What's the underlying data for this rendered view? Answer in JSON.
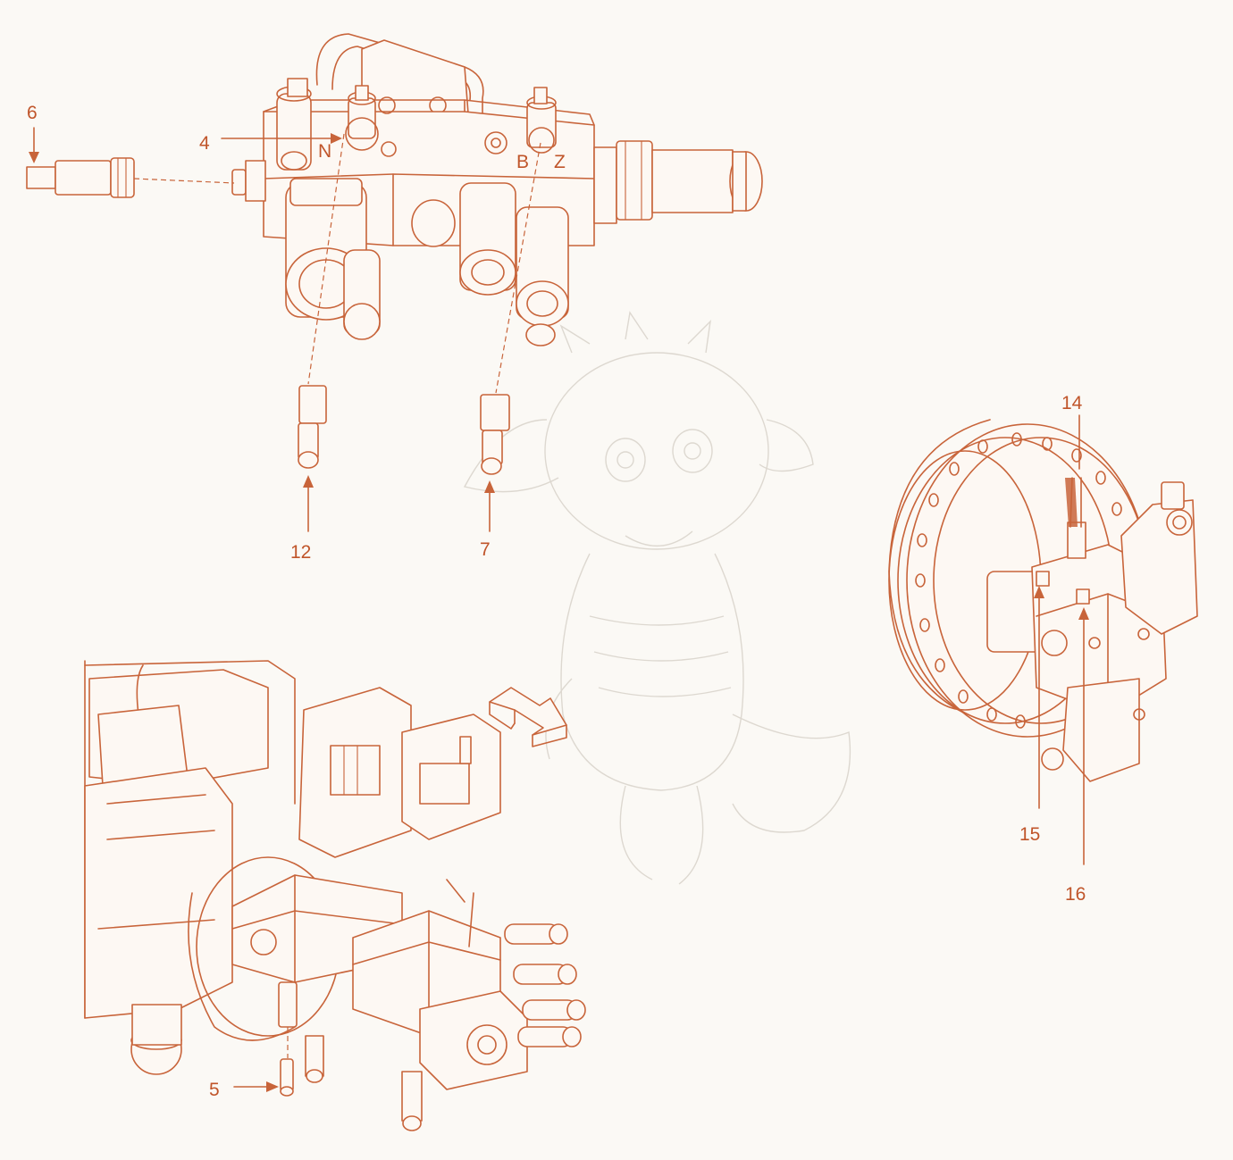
{
  "colors": {
    "line": "#c8643a",
    "label": "#c0552a",
    "background": "#fbf9f5",
    "watermark": "#ddd8d0"
  },
  "callouts": {
    "c6": "6",
    "c4": "4",
    "c12": "12",
    "c7": "7",
    "c14": "14",
    "c15": "15",
    "c16": "16",
    "c5": "5"
  },
  "valve_markings": {
    "n": "N",
    "b": "B",
    "z": "Z"
  },
  "icons": {
    "direction_arrow": "hollow-arrow-down-right-icon",
    "watermark": "cartoon-dragon-watermark"
  }
}
